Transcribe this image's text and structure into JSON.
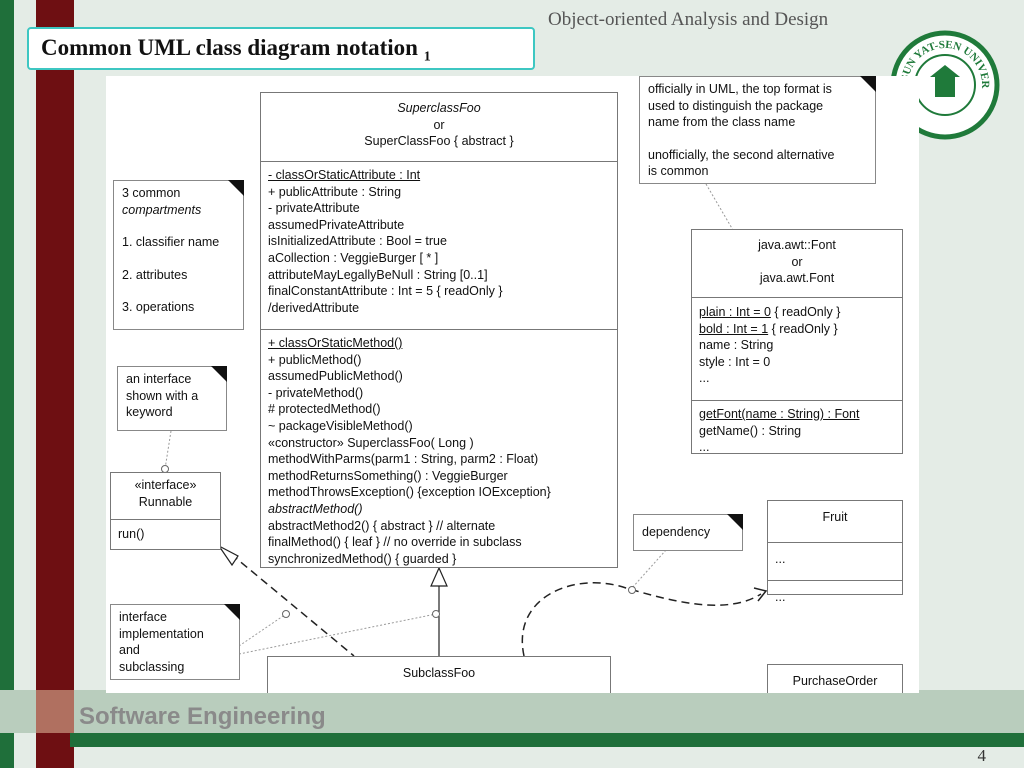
{
  "header": {
    "course": "Object-oriented Analysis and Design",
    "title": "Common UML class diagram notation",
    "title_sub": "1",
    "logo_text": "SUN YAT-SEN UNIVERSITY"
  },
  "footer": {
    "text": "Software Engineering",
    "page": "4"
  },
  "colors": {
    "dark_green": "#1f6f3a",
    "maroon": "#6e0f12",
    "teal_border": "#3dc7c2"
  },
  "diagram": {
    "superclass": {
      "name_lines": [
        "SuperclassFoo",
        "or",
        "SuperClassFoo { abstract }"
      ],
      "attributes": [
        "- classOrStaticAttribute : Int",
        "+ publicAttribute : String",
        "- privateAttribute",
        "assumedPrivateAttribute",
        "isInitializedAttribute : Bool = true",
        "aCollection : VeggieBurger [ * ]",
        "attributeMayLegallyBeNull : String [0..1]",
        "finalConstantAttribute : Int = 5  { readOnly }",
        "/derivedAttribute"
      ],
      "operations": [
        "+ classOrStaticMethod()",
        "+ publicMethod()",
        "assumedPublicMethod()",
        "- privateMethod()",
        "# protectedMethod()",
        "~ packageVisibleMethod()",
        "«constructor» SuperclassFoo( Long )",
        "methodWithParms(parm1 : String, parm2 : Float)",
        "methodReturnsSomething() : VeggieBurger",
        "methodThrowsException() {exception IOException}",
        "abstractMethod()",
        "abstractMethod2() { abstract }    // alternate",
        "finalMethod() { leaf }  // no override in subclass",
        "synchronizedMethod() { guarded }"
      ]
    },
    "note_compartments": [
      "3 common",
      "compartments",
      "1. classifier name",
      "2. attributes",
      "3. operations"
    ],
    "note_interface": [
      "an interface",
      "shown with a",
      "keyword"
    ],
    "interface_box": {
      "name_lines": [
        "«interface»",
        "Runnable"
      ],
      "operations": [
        "run()"
      ]
    },
    "note_impl": [
      "interface",
      "implementation",
      "and",
      "subclassing"
    ],
    "subclass": {
      "name": "SubclassFoo"
    },
    "note_package": [
      "officially in UML, the top format is",
      "used to distinguish the package",
      "name from the class name",
      "unofficially, the second alternative",
      "is common"
    ],
    "font_box": {
      "name_lines": [
        "java.awt::Font",
        "or",
        "java.awt.Font"
      ],
      "attributes": [
        "plain : Int = 0",
        " { readOnly }",
        "bold : Int = 1",
        " { readOnly }",
        "name : String",
        "style : Int = 0",
        "..."
      ],
      "operations": [
        "getFont(name : String) : Font",
        "getName() : String",
        "..."
      ]
    },
    "note_dependency": [
      "dependency"
    ],
    "fruit_box": {
      "name": "Fruit",
      "rows": [
        "...",
        "..."
      ]
    },
    "purchase_box": {
      "name": "PurchaseOrder"
    }
  }
}
